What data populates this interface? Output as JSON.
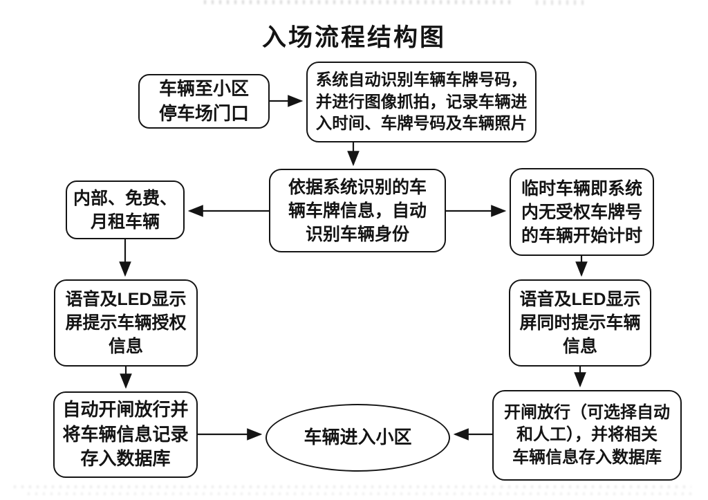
{
  "title": "入场流程结构图",
  "nodes": {
    "arrive": {
      "label": "车辆至小区\n停车场门口"
    },
    "recognize": {
      "label": "系统自动识别车辆车牌号码，\n并进行图像抓拍，记录车辆进\n入时间、车牌号码及车辆照片"
    },
    "identify": {
      "label": "依据系统识别的车\n辆车牌信息，自动\n识别车辆身份"
    },
    "internal": {
      "label": "内部、免费、\n月租车辆"
    },
    "temporary": {
      "label": "临时车辆即系统\n内无受权车牌号\n的车辆开始计时"
    },
    "led_auth": {
      "label": "语音及LED显示\n屏提示车辆授权\n信息"
    },
    "led_info": {
      "label": "语音及LED显示\n屏同时提示车辆\n信息"
    },
    "auto_gate": {
      "label": "自动开闸放行并\n将车辆信息记录\n存入数据库"
    },
    "manual_gate": {
      "label": "开闸放行（可选择自动\n和人工），并将相关\n车辆信息存入数据库"
    },
    "enter": {
      "label": "车辆进入小区"
    }
  },
  "edges": [
    {
      "from": "arrive",
      "to": "recognize"
    },
    {
      "from": "recognize",
      "to": "identify"
    },
    {
      "from": "identify",
      "to": "internal"
    },
    {
      "from": "identify",
      "to": "temporary"
    },
    {
      "from": "internal",
      "to": "led_auth"
    },
    {
      "from": "temporary",
      "to": "led_info"
    },
    {
      "from": "led_auth",
      "to": "auto_gate"
    },
    {
      "from": "led_info",
      "to": "manual_gate"
    },
    {
      "from": "auto_gate",
      "to": "enter"
    },
    {
      "from": "manual_gate",
      "to": "enter"
    }
  ]
}
